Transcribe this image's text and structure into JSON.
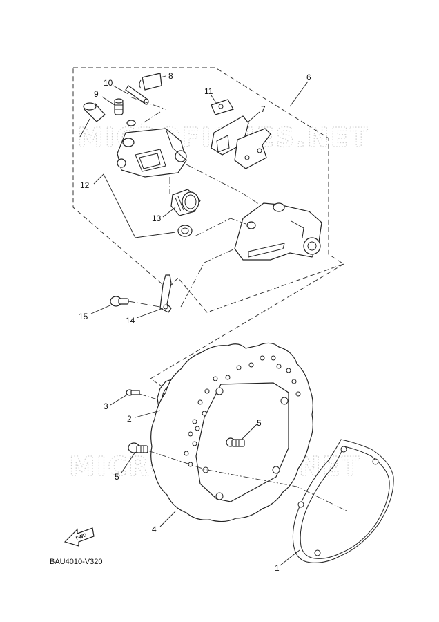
{
  "diagram": {
    "watermark": "MICROFICHES.NET",
    "fwd_label": "FWD",
    "code": "BAU4010-V320",
    "callouts": [
      {
        "id": "c8",
        "label": "8"
      },
      {
        "id": "c10",
        "label": "10"
      },
      {
        "id": "c9",
        "label": "9"
      },
      {
        "id": "c11",
        "label": "11"
      },
      {
        "id": "c7",
        "label": "7"
      },
      {
        "id": "c6",
        "label": "6"
      },
      {
        "id": "c12",
        "label": "12"
      },
      {
        "id": "c13",
        "label": "13"
      },
      {
        "id": "c15",
        "label": "15"
      },
      {
        "id": "c14",
        "label": "14"
      },
      {
        "id": "c3",
        "label": "3"
      },
      {
        "id": "c2",
        "label": "2"
      },
      {
        "id": "c5a",
        "label": "5"
      },
      {
        "id": "c5b",
        "label": "5"
      },
      {
        "id": "c4",
        "label": "4"
      },
      {
        "id": "c1",
        "label": "1"
      }
    ]
  }
}
